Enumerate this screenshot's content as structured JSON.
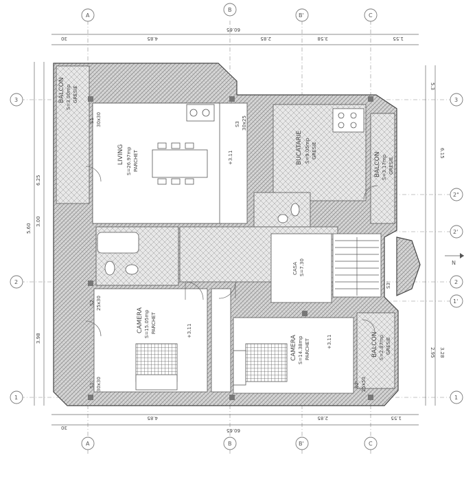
{
  "axes": {
    "vertical": [
      "A",
      "B",
      "B'",
      "C"
    ],
    "horizontal": [
      "1",
      "1'",
      "2",
      "2'",
      "2\"",
      "3"
    ]
  },
  "dimensions": {
    "top": [
      "30",
      "60.65",
      "2.85",
      "3.58",
      "4.85",
      "1.55"
    ],
    "bottom": [
      "30",
      "60.65",
      "4.85",
      "2.85",
      "1.55"
    ],
    "left": [
      "5.60",
      "6.25",
      "3.98",
      "3.00"
    ],
    "right": [
      "5.3",
      "2.95",
      "3.28",
      "6.15"
    ]
  },
  "rooms": {
    "living": {
      "name": "LIVING",
      "area": "S=26.97mp",
      "floor": "PARCHET"
    },
    "bucatarie": {
      "name": "BUCATARIE",
      "area": "S=9.05mp",
      "floor": "GRESIE"
    },
    "balcon_tl": {
      "name": "BALCON",
      "area": "S=3.00mp",
      "floor": "GRESIE"
    },
    "balcon_r": {
      "name": "BALCON",
      "area": "S=3.17mp",
      "floor": "GRESIE"
    },
    "balcon_br": {
      "name": "BALCON",
      "area": "S=2.87mp",
      "floor": "GRESIE"
    },
    "camera_l": {
      "name": "CAMERA",
      "area": "S=15.05mp",
      "floor": "PARCHET"
    },
    "camera_r": {
      "name": "CAMERA",
      "area": "S=14.38mp",
      "floor": "PARCHET"
    },
    "casa_scarii": {
      "name": "CASA",
      "area": "S=7.30",
      "floor": ""
    }
  },
  "columns": [
    "S1",
    "S2",
    "S3",
    "S1'",
    "S2'",
    "S3'"
  ],
  "column_sizes": [
    "30x30",
    "25x30",
    "30x25",
    "25x50"
  ],
  "level_marks": [
    "+3.11",
    "+3.11",
    "+3.11"
  ],
  "north_label": "N"
}
